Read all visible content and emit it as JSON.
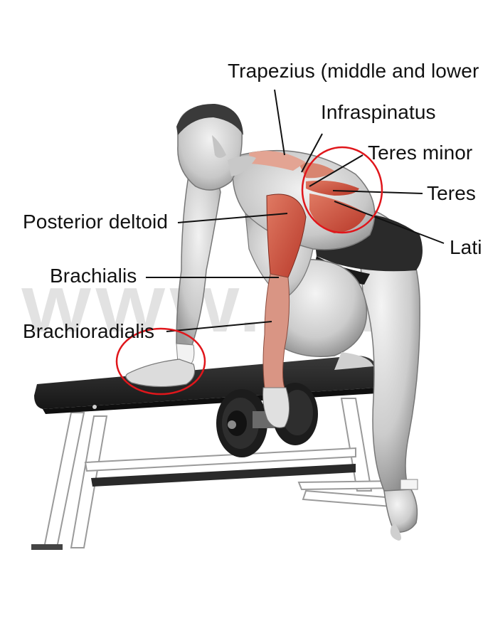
{
  "labels": {
    "trapezius": "Trapezius (middle and lower",
    "infraspinatus": "Infraspinatus",
    "teres_minor": "Teres minor",
    "teres_major": "Teres",
    "posterior_deltoid": "Posterior deltoid",
    "latissimus": "Lati",
    "brachialis": "Brachialis",
    "brachioradialis": "Brachioradialis"
  },
  "watermark": "WWW.HIT",
  "colors": {
    "highlight_circle": "#e0161b",
    "target_muscle": "#c9452e",
    "synergist_muscle": "#e09a86",
    "skin_base": "#d9d9d9",
    "bench_pad": "#2b2b2b",
    "bench_frame": "#ffffff",
    "dumbbell": "#1f1f1f",
    "shorts": "#2a2a2a"
  }
}
